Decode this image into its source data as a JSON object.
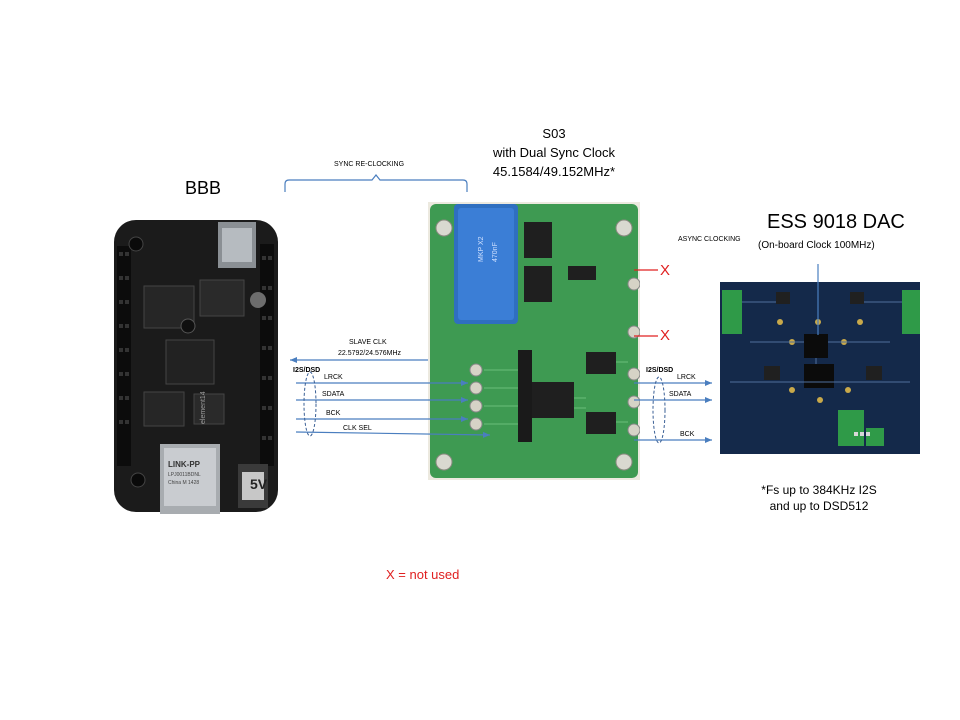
{
  "bbb": {
    "title": "BBB",
    "rj45_text": "LINK-PP",
    "rj45_sub1": "LPJ0011BDNL",
    "rj45_sub2": "China M 1428",
    "brand": "element14"
  },
  "s03": {
    "line1": "S03",
    "line2": "with Dual Sync Clock",
    "line3": "45.1584/49.152MHz*",
    "cap_text1": "MKP X2",
    "cap_text2": "470nF"
  },
  "dac": {
    "title": "ESS 9018 DAC",
    "subtitle": "(On-board Clock  100MHz)",
    "note1": "*Fs up to 384KHz I2S",
    "note2": "and up to DSD512"
  },
  "labels": {
    "sync_reclocking": "SYNC RE-CLOCKING",
    "async_clocking": "ASYNC  CLOCKING",
    "slave_clk": "SLAVE  CLK",
    "slave_clk_freq": "22.5792/24.576MHz",
    "i2s_dsd_left": "I2S/DSD",
    "i2s_dsd_right": "I2S/DSD",
    "lrck_left": "LRCK",
    "sdata_left": "SDATA",
    "bck_left": "BCK",
    "clk_sel": "CLK SEL",
    "lrck_right": "LRCK",
    "sdata_right": "SDATA",
    "bck_right": "BCK",
    "x_mark_1": "X",
    "x_mark_2": "X",
    "legend_not_used": "X = not used"
  },
  "colors": {
    "arrow": "#4a7ebf",
    "x_mark": "#e02020",
    "bbb_board": "#1b1b1b",
    "s03_board": "#3e9a52",
    "dac_board": "#14294a",
    "terminal": "#2f9a48"
  }
}
